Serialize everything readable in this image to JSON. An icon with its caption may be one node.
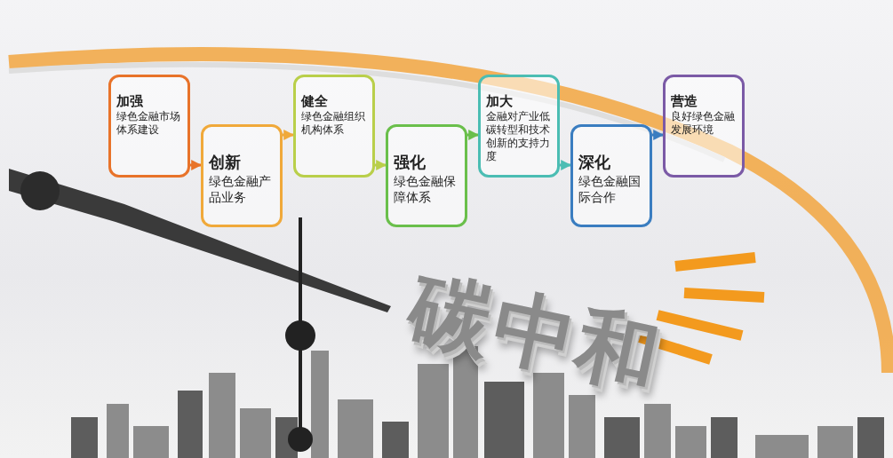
{
  "diagram": {
    "nodes": [
      {
        "text": [
          "加强",
          "绿色金融市场体系建设"
        ]
      },
      {
        "text": [
          "创新",
          "绿色金融产品业务"
        ]
      },
      {
        "text": [
          "健全",
          "绿色金融组织机构体系"
        ]
      },
      {
        "text": [
          "强化",
          "绿色金融保障体系"
        ]
      },
      {
        "text": [
          "加大",
          "金融对产业低碳转型和技术创新的支持力度"
        ]
      },
      {
        "text": [
          "深化",
          "绿色金融国际合作"
        ]
      },
      {
        "text": [
          "营造",
          "良好绿色金融发展环境"
        ]
      }
    ],
    "edges": [
      {
        "from": 0,
        "to": 1,
        "arrow": "to",
        "color": "#e8732a"
      },
      {
        "from": 1,
        "to": 2,
        "arrow": "to",
        "color": "#f0a93a"
      },
      {
        "from": 2,
        "to": 3,
        "arrow": "to",
        "color": "#b9cf4a"
      },
      {
        "from": 3,
        "to": 4,
        "arrow": "to",
        "color": "#6abf4b"
      },
      {
        "from": 4,
        "to": 5,
        "arrow": "to",
        "color": "#4bbdb3"
      },
      {
        "from": 5,
        "to": 6,
        "arrow": "to",
        "color": "#3a7dc0"
      }
    ],
    "labels": [
      "碳中和"
    ]
  }
}
